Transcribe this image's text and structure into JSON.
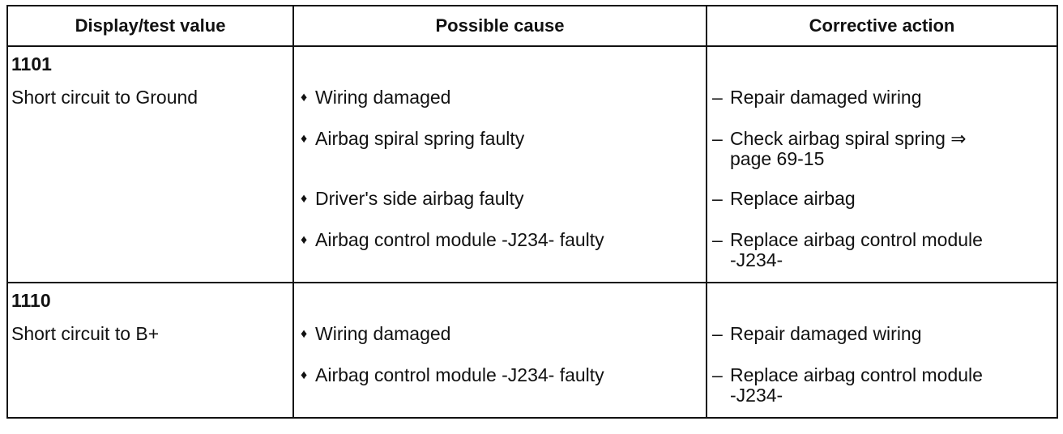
{
  "table": {
    "headers": {
      "display": "Display/test value",
      "cause": "Possible cause",
      "action": "Corrective action"
    },
    "groups": [
      {
        "code": "1101",
        "display": "Short circuit to Ground",
        "rows": [
          {
            "bullet": "♦",
            "cause": "Wiring damaged",
            "dash": "–",
            "action": "Repair damaged wiring",
            "action_ref": ""
          },
          {
            "bullet": "♦",
            "cause": "Airbag spiral spring faulty",
            "dash": "–",
            "action": "Check airbag spiral spring ⇒",
            "action_ref": "page 69-15"
          },
          {
            "bullet": "♦",
            "cause": "Driver's side airbag faulty",
            "dash": "–",
            "action": "Replace airbag",
            "action_ref": ""
          },
          {
            "bullet": "♦",
            "cause": "Airbag control module -J234- faulty",
            "dash": "–",
            "action": "Replace airbag control module",
            "action_ref": "-J234-"
          }
        ]
      },
      {
        "code": "1110",
        "display": "Short circuit to B+",
        "rows": [
          {
            "bullet": "♦",
            "cause": "Wiring damaged",
            "dash": "–",
            "action": "Repair damaged wiring",
            "action_ref": ""
          },
          {
            "bullet": "♦",
            "cause": "Airbag control module -J234- faulty",
            "dash": "–",
            "action": "Replace airbag control module",
            "action_ref": "-J234-"
          }
        ]
      }
    ]
  }
}
